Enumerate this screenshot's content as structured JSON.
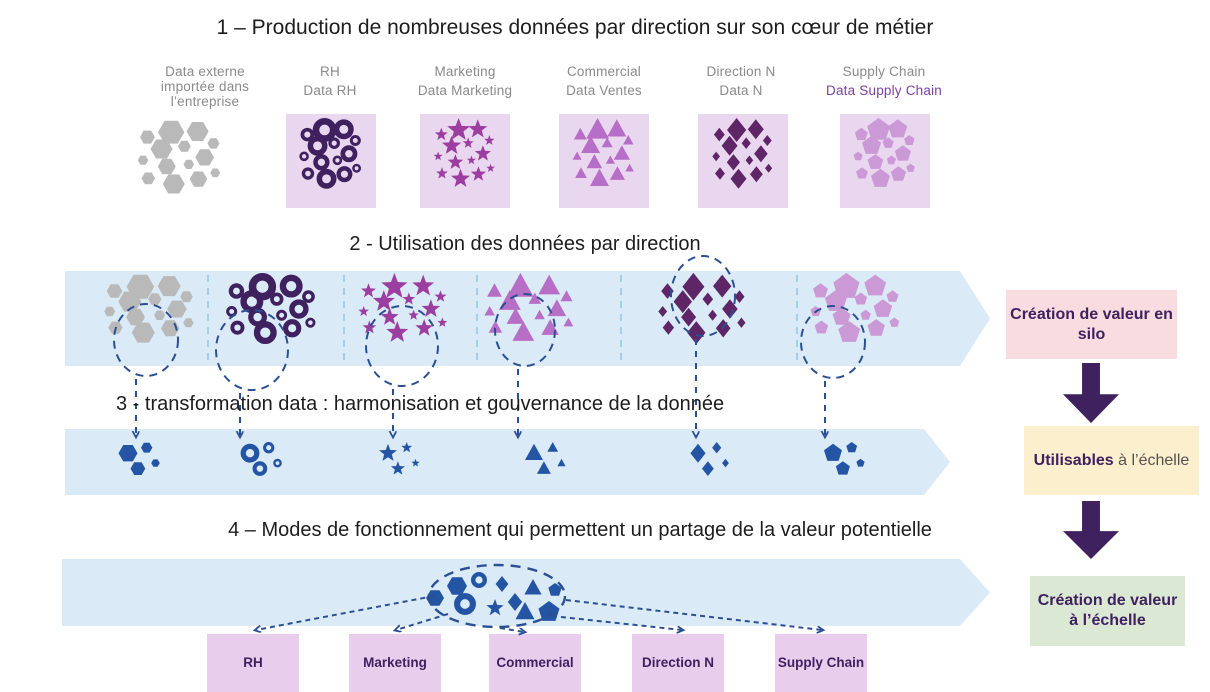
{
  "titles": {
    "step1": "1 – Production de nombreuses données par direction sur son cœur de métier",
    "step2": "2 - Utilisation des données par direction",
    "step3": "3 - transformation data : harmonisation et gouvernance de la donnée",
    "step4": "4 – Modes de fonctionnement qui permettent un partage de la valeur potentielle"
  },
  "departments": [
    {
      "label_lines": [
        "Data externe",
        "importée dans",
        "l’entreprise"
      ],
      "sub": "",
      "shape": "hexagon",
      "color": "#b9b9b9",
      "boxed": false
    },
    {
      "label_lines": [
        "RH"
      ],
      "sub": "Data RH",
      "shape": "ring",
      "color": "#3f2160",
      "boxed": true
    },
    {
      "label_lines": [
        "Marketing"
      ],
      "sub": "Data Marketing",
      "shape": "star",
      "color": "#9c3da0",
      "boxed": true
    },
    {
      "label_lines": [
        "Commercial"
      ],
      "sub": "Data Ventes",
      "shape": "triangle",
      "color": "#b76ec6",
      "boxed": true
    },
    {
      "label_lines": [
        "Direction N"
      ],
      "sub": "Data N",
      "shape": "diamond",
      "color": "#5e2567",
      "boxed": true
    },
    {
      "label_lines": [
        "Supply Chain"
      ],
      "sub": "Data Supply Chain",
      "shape": "pentagon",
      "color": "#cb9ad6",
      "boxed": true,
      "sub_color": "#7b3f9f"
    }
  ],
  "flow": {
    "silo": "Création de valeur en silo",
    "usable_bold": "Utilisables",
    "usable_rest": " à l’échelle",
    "scale": "Création de valeur à l’échelle"
  },
  "bottom_boxes": [
    "RH",
    "Marketing",
    "Commercial",
    "Direction N",
    "Supply Chain"
  ],
  "colors": {
    "band": "#daeaf6",
    "separator": "#a8cde6",
    "navy": "#2455a4",
    "navy_stroke": "#2b4f93",
    "icon_box_bg": "#e9d7ef",
    "bottom_box_bg": "#e9cdec",
    "dark_purple": "#3f2160",
    "pink_box": "#f9dce0",
    "cream_box": "#fcefce",
    "green_box": "#dbe8d4",
    "text_dark": "#1d1d1d",
    "text_gray": "#8a8a8a"
  }
}
